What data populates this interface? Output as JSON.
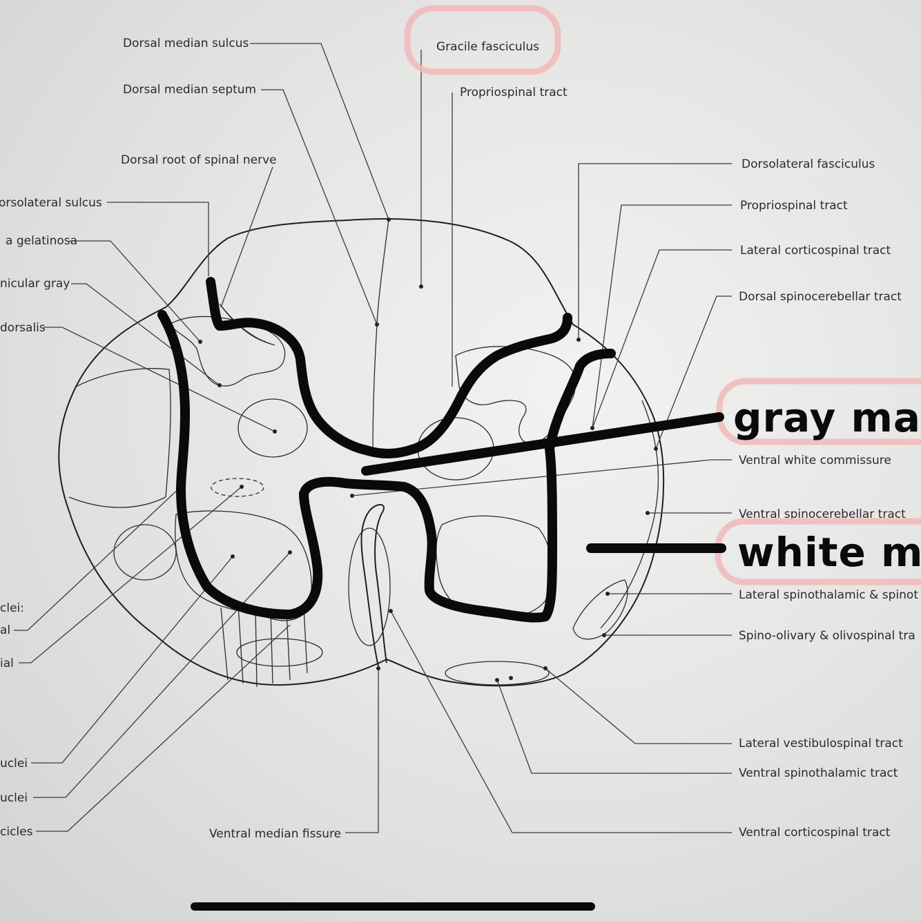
{
  "labels_top": {
    "dorsal_median_sulcus": "Dorsal median sulcus",
    "dorsal_median_septum": "Dorsal median septum",
    "dorsal_root": "Dorsal root of spinal nerve",
    "gracile_fasciculus": "Gracile fasciculus",
    "propriospinal_top": "Propriospinal tract"
  },
  "labels_left": {
    "dorsolateral_sulcus": "orsolateral sulcus",
    "gelatinosa": "a gelatinosa",
    "funicular_gray": "nicular gray",
    "dorsalis": "dorsalis",
    "nuclei_header": "clei:",
    "al": "al",
    "ial": "ial",
    "uclei_1": "uclei",
    "uclei_2": "uclei",
    "cicles": "cicles"
  },
  "labels_right": {
    "dorsolateral_fasciculus": "Dorsolateral fasciculus",
    "propriospinal": "Propriospinal tract",
    "lateral_corticospinal": "Lateral corticospinal tract",
    "dorsal_spinocerebellar": "Dorsal spinocerebellar tract",
    "ventral_white_commissure": "Ventral white commissure",
    "ventral_spinocerebellar": "Ventral spinocerebellar tract",
    "lateral_spinothalamic": "Lateral spinothalamic & spinot",
    "spino_olivary": "Spino-olivary & olivospinal tra",
    "lateral_vestibulospinal": "Lateral vestibulospinal tract",
    "ventral_spinothalamic": "Ventral spinothalamic tract",
    "ventral_corticospinal": "Ventral corticospinal tract"
  },
  "labels_bottom": {
    "ventral_median_fissure": "Ventral median fissure"
  },
  "handwritten": {
    "gray_matter": "gray matt",
    "white_matter": "white m"
  },
  "colors": {
    "highlight": "#f1b9b9",
    "marker": "#0a0a0a",
    "line": "#2a2a2a"
  }
}
